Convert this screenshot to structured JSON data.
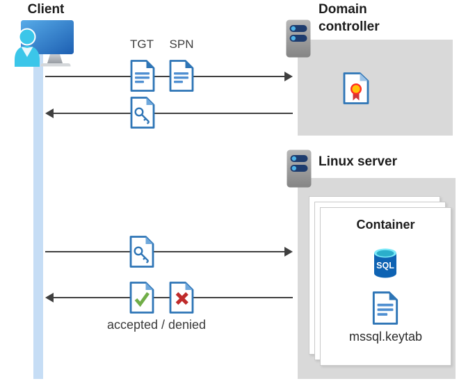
{
  "client": {
    "label": "Client"
  },
  "domain_controller": {
    "label": "Domain controller"
  },
  "linux_server": {
    "label": "Linux server"
  },
  "container": {
    "label": "Container",
    "sql_label": "SQL",
    "keytab_label": "mssql.keytab"
  },
  "messages": {
    "tgt": "TGT",
    "spn": "SPN",
    "accepted_denied": "accepted / denied"
  },
  "colors": {
    "doc_border_blue": "#2e75b6",
    "doc_fold_light": "#6fa8dc",
    "doc_text_line_blue": "#4f8fd1",
    "lifeline_blue": "#c6ddf5",
    "box_gray": "#d9d9d9",
    "arrow_gray": "#3f3f3f",
    "check_green": "#70ad47",
    "cross_red": "#bf2b2b",
    "cert_gold": "#ffc107",
    "cert_red": "#e03328",
    "sql_body_blue": "#0e63b3",
    "sql_top_cyan": "#7be9f9",
    "server_navy": "#1e3c6e",
    "server_dot_blue": "#4fb3e8",
    "monitor_blue_top": "#57abe8",
    "monitor_blue_bottom": "#1d5fb2",
    "person_cyan": "#3bc6e9"
  }
}
